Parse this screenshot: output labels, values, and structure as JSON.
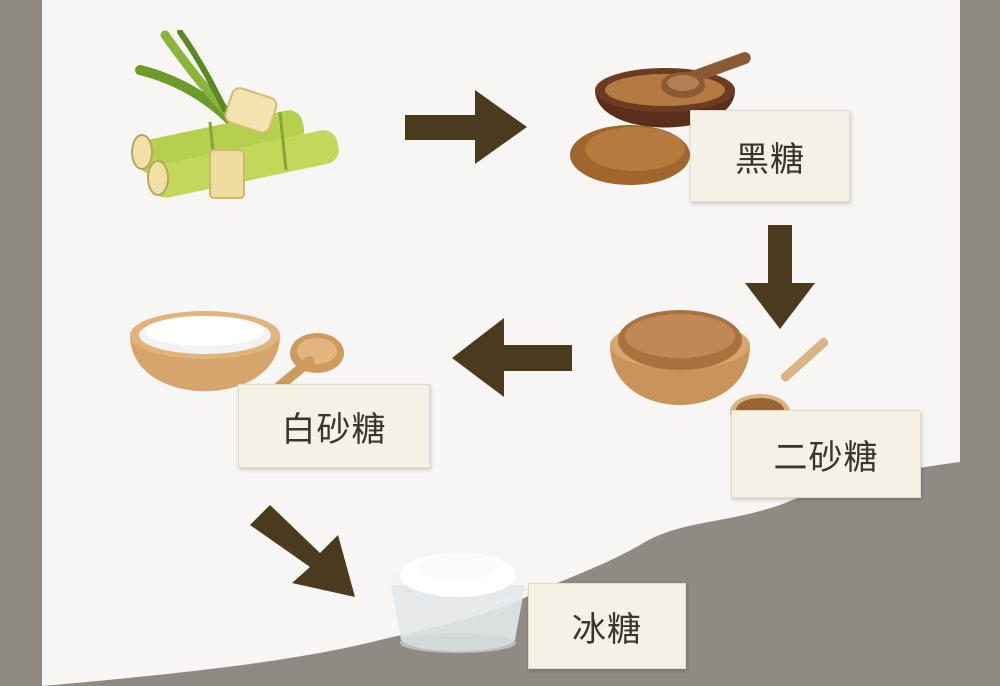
{
  "stages": [
    {
      "id": "sugarcane",
      "label": ""
    },
    {
      "id": "heitang",
      "label": "黑糖"
    },
    {
      "id": "ershatang",
      "label": "二砂糖"
    },
    {
      "id": "baishatang",
      "label": "白砂糖"
    },
    {
      "id": "bingtang",
      "label": "冰糖"
    }
  ],
  "icons": {
    "sugarcane": "sugarcane-icon",
    "heitang": "brown-sugar-bowl-icon",
    "ershatang": "raw-sugar-bowl-icon",
    "baishatang": "white-sugar-bowl-icon",
    "bingtang": "rock-sugar-bowl-icon"
  },
  "arrows": [
    "right",
    "down",
    "left",
    "down-right"
  ],
  "colors": {
    "background": "#8f8b84",
    "panel": "#f7f6f4",
    "arrow": "#4a3b1f",
    "card": "#f5f1e6",
    "text": "#3a3530"
  }
}
